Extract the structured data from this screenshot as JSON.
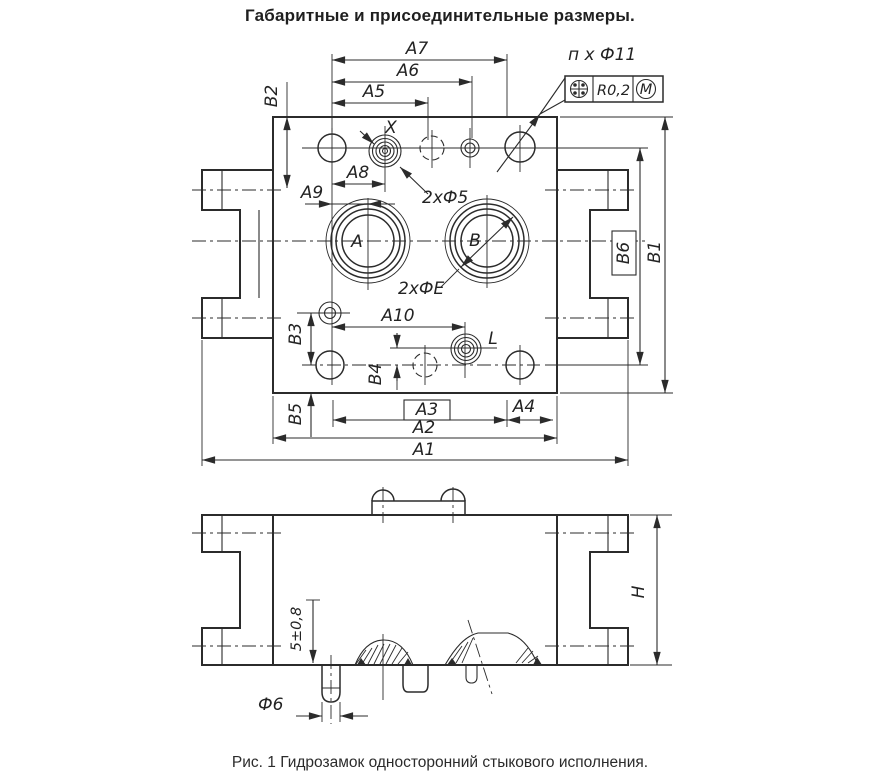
{
  "title": "Габаритные и присоединительные размеры.",
  "caption": "Рис. 1 Гидрозамок односторонний стыкового исполнения.",
  "colors": {
    "ink": "#2b2b2b",
    "paper": "#ffffff"
  },
  "plan": {
    "dims": {
      "a1": "А1",
      "a2": "А2",
      "a3": "А3",
      "a4": "А4",
      "a5": "А5",
      "a6": "А6",
      "a7": "А7",
      "a8": "А8",
      "a9": "А9",
      "a10": "А10",
      "b1": "В1",
      "b2": "В2",
      "b3": "В3",
      "b4": "В4",
      "b5": "В5",
      "b6": "В6"
    },
    "ports": {
      "a": "А",
      "b": "В"
    },
    "holes": {
      "x": "X",
      "l": "L",
      "count_note": "п х Ф11",
      "small_note": "2хФ5",
      "port_note": "2хФЕ"
    },
    "gdt": {
      "tolerance": "R0,2",
      "modifier": "М"
    }
  },
  "front": {
    "dims": {
      "h": "Н",
      "pin_height": "5±0,8",
      "pin_dia": "Ф6"
    }
  }
}
